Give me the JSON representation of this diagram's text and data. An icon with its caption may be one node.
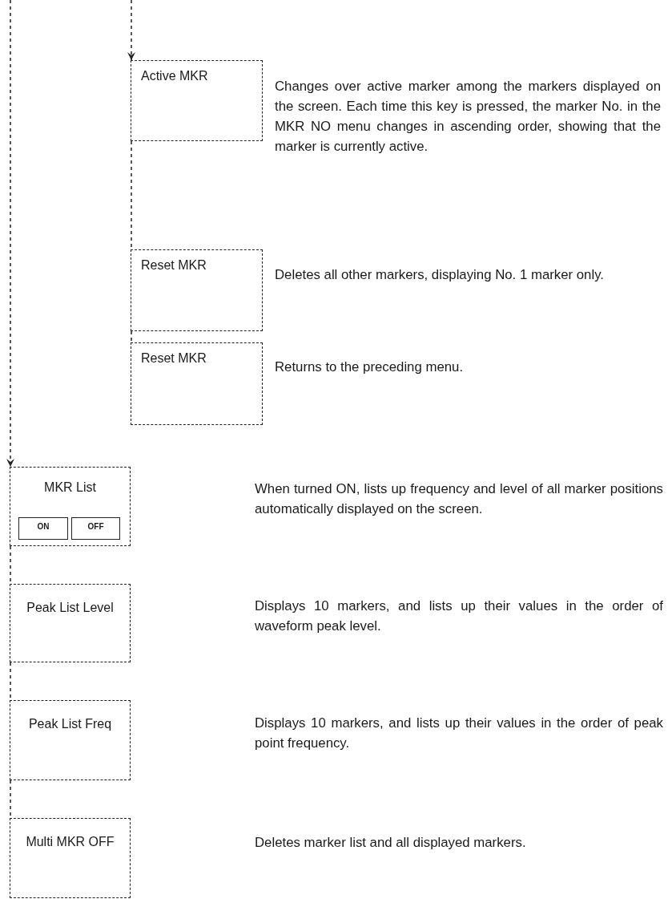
{
  "diagram": {
    "nodes": [
      {
        "text": [
          "Active MKR"
        ],
        "beside": [
          "Changes over active marker among the markers displayed on the screen. Each time this key is pressed, the marker No. in the MKR NO menu changes in ascending order, showing that the marker is currently active."
        ]
      },
      {
        "text": [
          "Reset MKR"
        ],
        "beside": [
          "Deletes all other markers, displaying No. 1 marker only."
        ]
      },
      {
        "text": [
          "Reset MKR"
        ],
        "beside": [
          "Returns to the preceding menu."
        ]
      },
      {
        "text": [
          "MKR List"
        ]
      },
      {
        "text": [
          "ON"
        ],
        "in": 3
      },
      {
        "text": [
          "OFF"
        ],
        "in": 3
      },
      {
        "text": [
          "Peak List Level"
        ]
      },
      {
        "text": [
          "Peak List Freq"
        ]
      },
      {
        "text": [
          "Multi MKR OFF"
        ]
      }
    ],
    "edges": [
      {
        "from": null,
        "to": 0,
        "arrow": "to"
      },
      {
        "from": 0,
        "to": 1,
        "arrow": "none"
      },
      {
        "from": 1,
        "to": 2,
        "arrow": "none"
      },
      {
        "from": null,
        "to": 3,
        "arrow": "to"
      },
      {
        "from": 3,
        "to": 6,
        "arrow": "none"
      },
      {
        "from": 6,
        "to": 7,
        "arrow": "none"
      },
      {
        "from": 7,
        "to": 8,
        "arrow": "none"
      }
    ],
    "labels": [
      "When turned ON, lists up frequency and level of all marker positions automatically displayed on the screen.",
      "Displays 10 markers, and lists up their values in the order of waveform peak level.",
      "Displays 10 markers, and lists up their values in the order of peak point frequency.",
      "Deletes marker list and all displayed markers."
    ]
  }
}
